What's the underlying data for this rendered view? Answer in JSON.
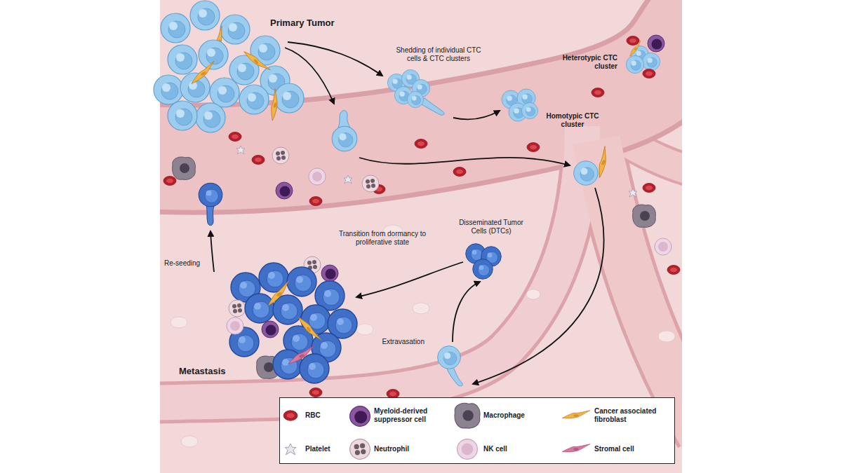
{
  "diagram": {
    "labels": [
      "Primary Tumor",
      "Shedding of individual CTC cells & CTC clusters",
      "Heterotypic CTC cluster",
      "Homotypic CTC cluster",
      "Disseminated Tumor Cells (DTCs)",
      "Transition from dormancy to proliferative state",
      "Re-seeding",
      "Extravasation",
      "Metastasis"
    ],
    "legend": [
      {
        "text": "RBC"
      },
      {
        "text": "Myeloid-derived suppressor cell"
      },
      {
        "text": "Macrophage"
      },
      {
        "text": "Cancer associated fibroblast"
      },
      {
        "text": "Platelet"
      },
      {
        "text": "Neutrophil"
      },
      {
        "text": "NK cell"
      },
      {
        "text": "Stromal cell"
      }
    ]
  }
}
